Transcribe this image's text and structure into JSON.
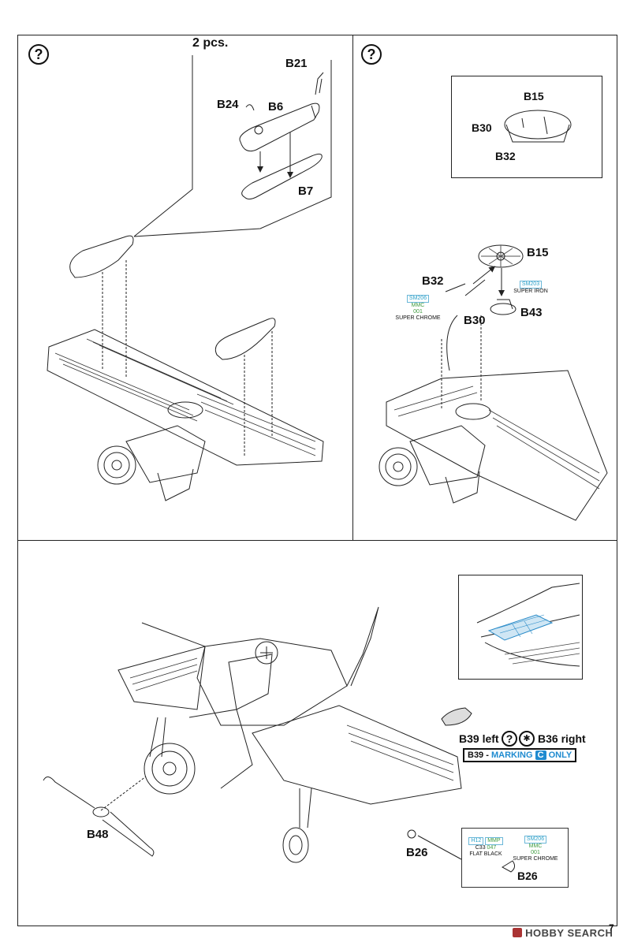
{
  "step_top_left": {
    "question_mark": "?",
    "quantity": "2 pcs.",
    "parts": {
      "b21": "B21",
      "b24": "B24",
      "b6": "B6",
      "b7": "B7"
    }
  },
  "step_top_right": {
    "question_mark": "?",
    "inset_parts": {
      "b15": "B15",
      "b30": "B30",
      "b32": "B32"
    },
    "parts": {
      "b15": "B15",
      "b32": "B32",
      "b30": "B30",
      "b43": "B43"
    },
    "paint_left": {
      "code1": "SM206",
      "code2": "MMC",
      "code3": "001",
      "name": "SUPER CHROME"
    },
    "paint_right": {
      "code1": "SM203",
      "name": "SUPER IRON"
    }
  },
  "step_bottom": {
    "b39_left": "B39 left",
    "b36_right": "B36 right",
    "marking_prefix": "B39 -",
    "marking_word": "MARKING",
    "marking_letter": "C",
    "marking_suffix": "ONLY",
    "b48": "B48",
    "b26": "B26",
    "legend": {
      "paint1_codes": [
        "H12",
        "MMP",
        "C33",
        "047"
      ],
      "paint1_name": "FLAT BLACK",
      "paint2_codes": [
        "SM206",
        "MMC",
        "001"
      ],
      "paint2_name": "SUPER CHROME",
      "part": "B26"
    }
  },
  "page_number": "7",
  "watermark": "HOBBY SEARCH"
}
